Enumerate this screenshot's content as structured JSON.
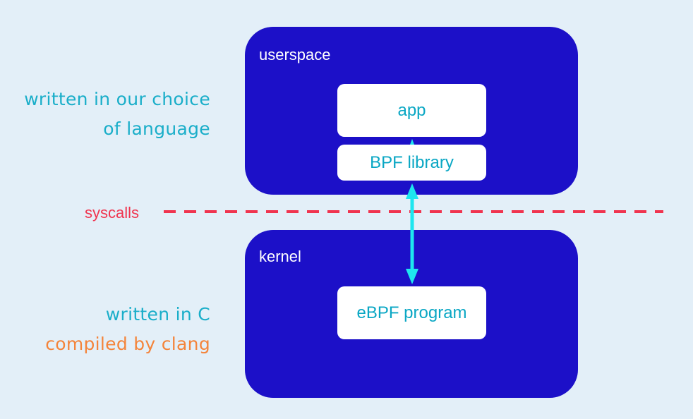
{
  "colors": {
    "background": "#e3eff8",
    "region_fill": "#1c10c8",
    "box_text": "#0aa7c4",
    "arrow": "#1ee6ef",
    "syscalls": "#f0344f",
    "note_cyan": "#1aaec9",
    "note_orange": "#f4843a"
  },
  "userspace": {
    "label": "userspace",
    "app_label": "app",
    "library_label": "BPF library"
  },
  "kernel": {
    "label": "kernel",
    "program_label": "eBPF program"
  },
  "syscalls": {
    "label": "syscalls"
  },
  "notes": {
    "userspace_line1": "written in our choice",
    "userspace_line2": "of language",
    "kernel_line1": "written in C",
    "kernel_line2": "compiled by clang"
  }
}
